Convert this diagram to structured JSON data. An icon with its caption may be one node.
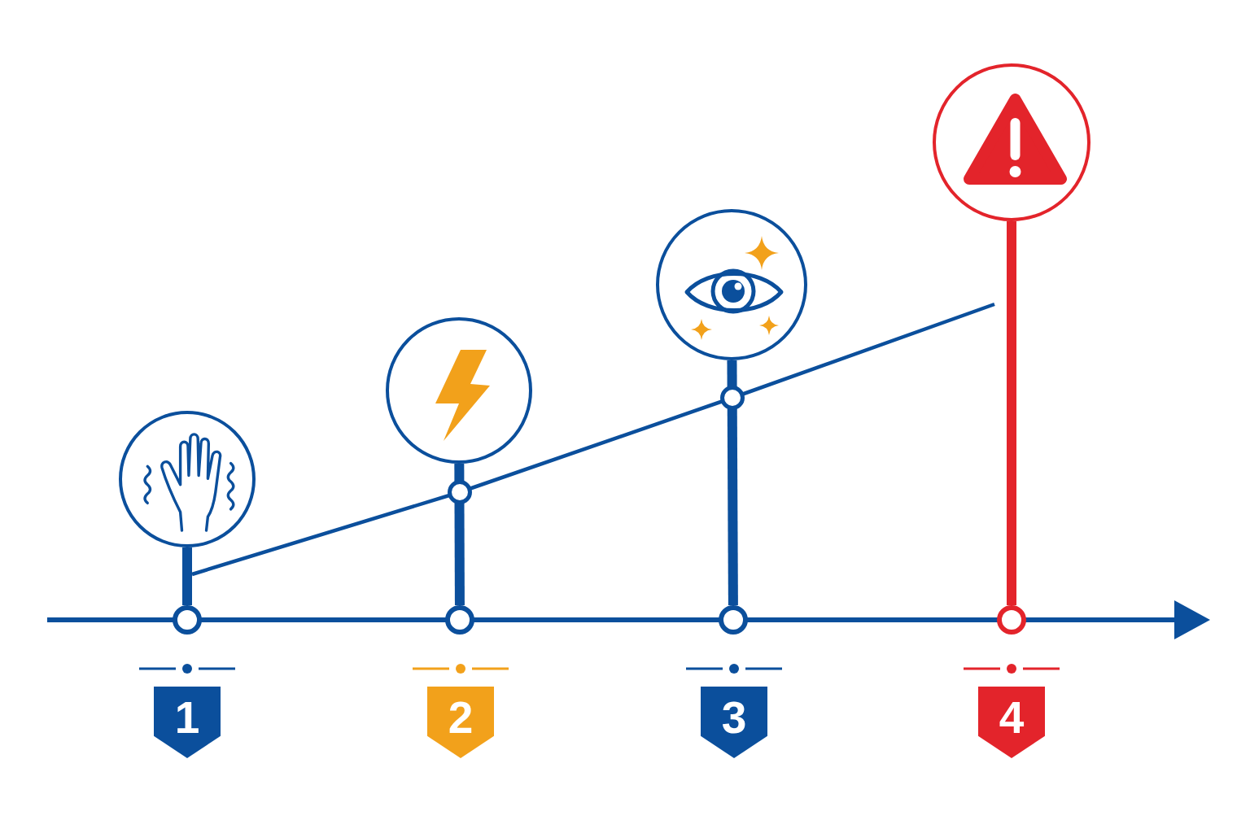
{
  "diagram": {
    "nodes": [
      {
        "text": [],
        "shape": "circle"
      },
      {
        "text": [],
        "shape": "circle"
      },
      {
        "text": [],
        "shape": "circle"
      },
      {
        "text": [],
        "shape": "circle"
      },
      {
        "text": [],
        "shape": "circle"
      },
      {
        "text": [],
        "shape": "circle"
      },
      {
        "text": [],
        "shape": "circle"
      },
      {
        "text": [],
        "shape": "circle"
      },
      {
        "text": [
          "1"
        ]
      },
      {
        "text": [
          "2"
        ]
      },
      {
        "text": [
          "3"
        ]
      },
      {
        "text": [
          "4"
        ]
      }
    ],
    "edges": [
      {
        "from": 0,
        "to": 4,
        "arrow": "none"
      },
      {
        "from": 1,
        "to": 5,
        "arrow": "none"
      },
      {
        "from": 2,
        "to": 6,
        "arrow": "none"
      },
      {
        "from": 3,
        "to": 7,
        "arrow": "none",
        "color": "#e3242b"
      }
    ]
  }
}
